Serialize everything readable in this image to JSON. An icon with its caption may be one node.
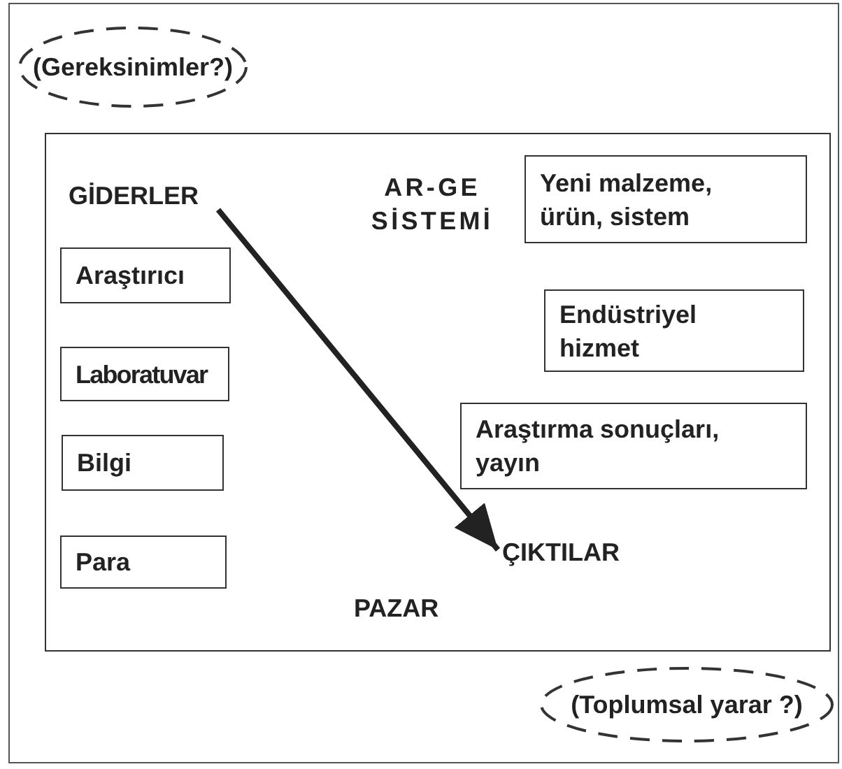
{
  "diagram": {
    "nodes": [
      {
        "text": [
          "(Gereksinimler?)"
        ]
      },
      {
        "text": [
          "AR-GE SİSTEMİ"
        ]
      },
      {
        "text": [
          "GİDERLER"
        ],
        "in": 1
      },
      {
        "text": [
          "Araştırıcı"
        ],
        "in": 1
      },
      {
        "text": [
          "Laboratuvar"
        ],
        "in": 1
      },
      {
        "text": [
          "Bilgi"
        ],
        "in": 1
      },
      {
        "text": [
          "Para"
        ],
        "in": 1
      },
      {
        "text": [
          "Yeni malzeme, ürün, sistem"
        ],
        "in": 1
      },
      {
        "text": [
          "Endüstriyel hizmet"
        ],
        "in": 1
      },
      {
        "text": [
          "Araştırma sonuçları, yayın"
        ],
        "in": 1
      },
      {
        "text": [
          "ÇIKTILAR"
        ],
        "in": 1
      },
      {
        "text": [
          "PAZAR"
        ],
        "in": 1
      },
      {
        "text": [
          "(Toplumsal yarar ?)"
        ]
      }
    ],
    "edges": [
      {
        "from": 2,
        "to": 10,
        "arrow": "to"
      }
    ]
  }
}
